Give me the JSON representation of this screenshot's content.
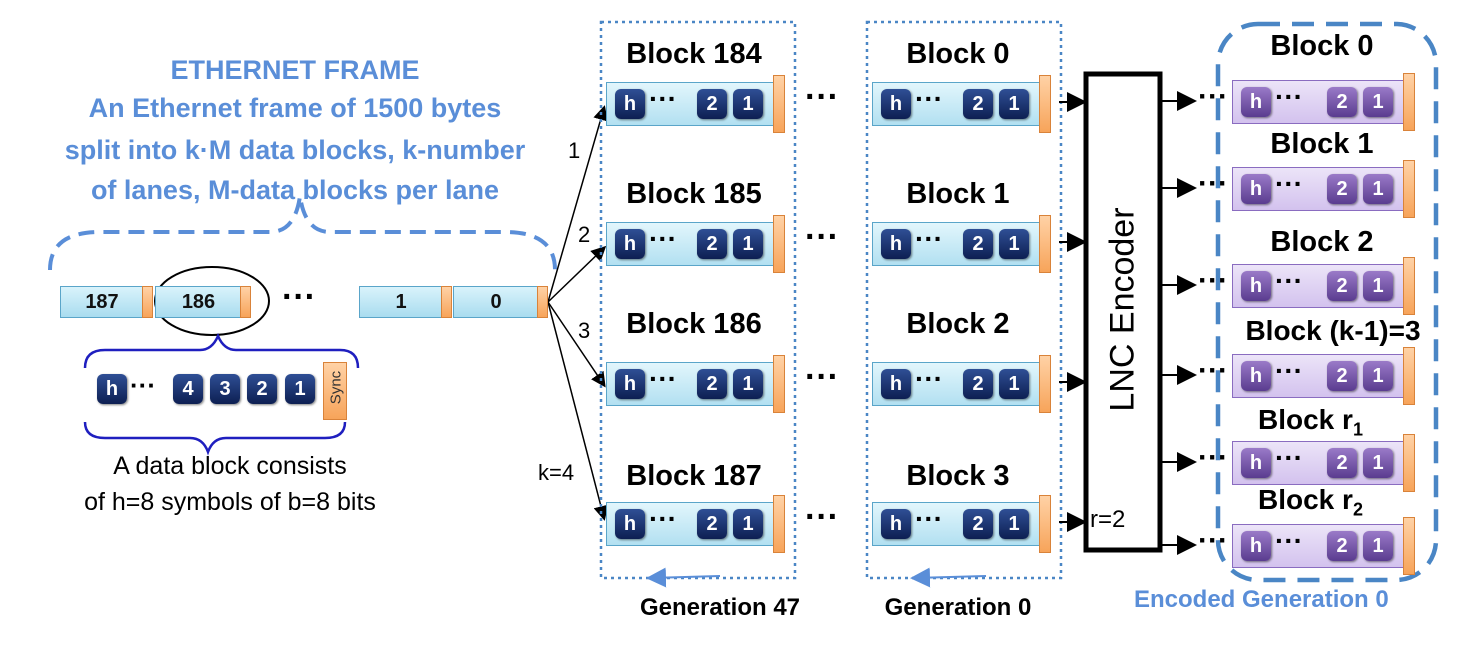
{
  "intro": {
    "title": "ETHERNET FRAME",
    "line1": "An Ethernet  frame of 1500 bytes",
    "line2": "split into k·M  data blocks, k-number",
    "line3": "of lanes, M-data blocks per lane"
  },
  "frame_blocks": [
    "187",
    "186",
    "1",
    "0"
  ],
  "block_symbols": [
    "h",
    "···",
    "4",
    "3",
    "2",
    "1"
  ],
  "sync_label": "Sync",
  "caption": {
    "line1": "A data block consists",
    "line2": "of h=8 symbols of b=8 bits"
  },
  "lane_labels": [
    "1",
    "2",
    "3",
    "k=4"
  ],
  "generation47": {
    "blocks": [
      "Block 184",
      "Block 185",
      "Block 186",
      "Block 187"
    ],
    "label": "Generation 47"
  },
  "generation0": {
    "blocks": [
      "Block 0",
      "Block 1",
      "Block 2",
      "Block 3"
    ],
    "label": "Generation 0"
  },
  "row_symbols": [
    "h",
    "···",
    "2",
    "1"
  ],
  "ellipsis": "···",
  "encoder": {
    "label": "LNC Encoder",
    "r_label": "r=2"
  },
  "encoded": {
    "blocks": [
      "Block 0",
      "Block 1",
      "Block 2",
      "Block (k-1)=3"
    ],
    "redundant": [
      {
        "main": "Block r",
        "sub": "1"
      },
      {
        "main": "Block r",
        "sub": "2"
      }
    ],
    "label": "Encoded Generation 0"
  },
  "colors": {
    "accent_blue": "#5a8ed8",
    "block_fill": "#bfe8f6",
    "symbol_navy": "#1b2f6b",
    "symbol_purple": "#6e4fa3",
    "encoded_fill": "#ddd0f0",
    "sync_orange": "#f7a45a"
  }
}
